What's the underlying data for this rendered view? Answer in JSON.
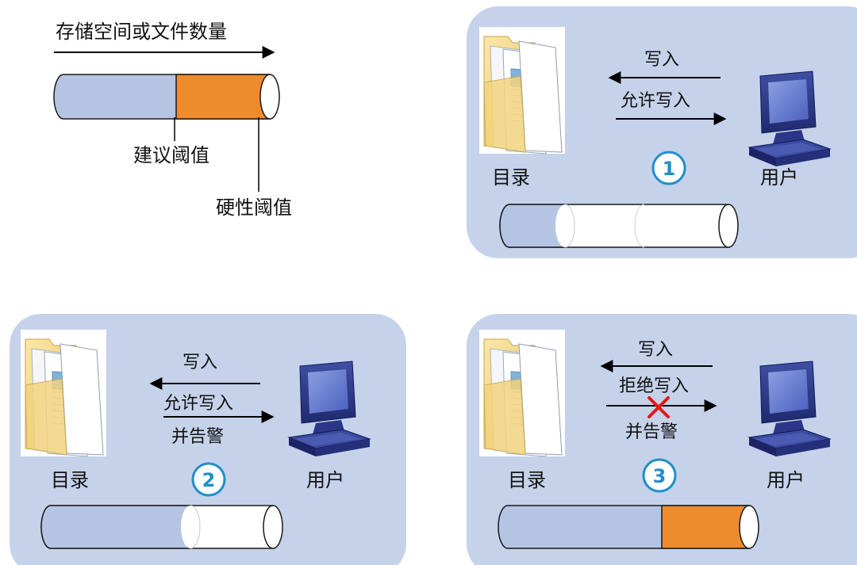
{
  "legend": {
    "axis_label": "存储空间或文件数量",
    "soft_threshold": "建议阈值",
    "hard_threshold": "硬性阈值"
  },
  "colors": {
    "panel": "#c5d2ea",
    "used": "#b6c4e3",
    "over": "#ee8b2d",
    "free": "#ffffff",
    "outline": "#1a1a1a",
    "step_circle": "#1f8fc8"
  },
  "icons": [
    "folder-icon",
    "computer-icon",
    "arrow-left-icon",
    "arrow-right-icon",
    "cross-icon"
  ],
  "scenarios": [
    {
      "step": "1",
      "directory_label": "目录",
      "user_label": "用户",
      "request_label": "写入",
      "response_label": "允许写入",
      "warning_label": "",
      "fill_level": "below-soft-threshold"
    },
    {
      "step": "2",
      "directory_label": "目录",
      "user_label": "用户",
      "request_label": "写入",
      "response_label": "允许写入",
      "warning_label": "并告警",
      "fill_level": "between-thresholds"
    },
    {
      "step": "3",
      "directory_label": "目录",
      "user_label": "用户",
      "request_label": "写入",
      "response_label": "拒绝写入",
      "warning_label": "并告警",
      "fill_level": "at-hard-threshold",
      "blocked": true
    }
  ]
}
